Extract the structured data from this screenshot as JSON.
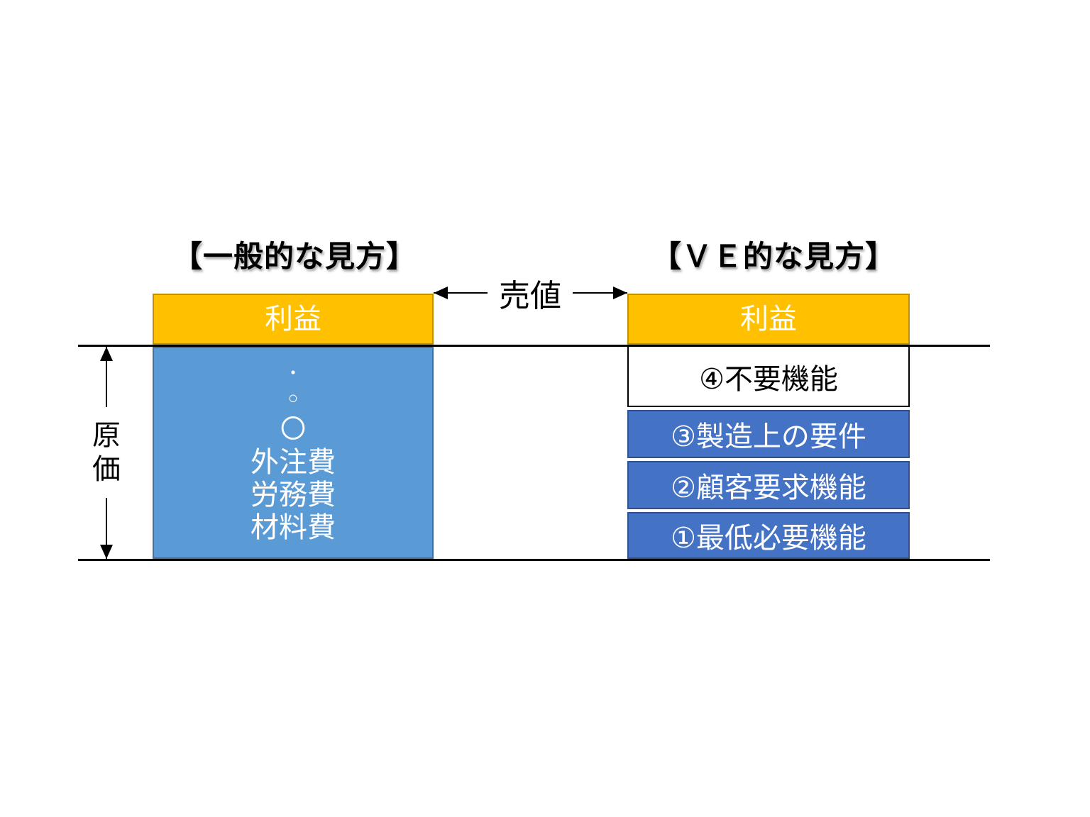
{
  "header": {
    "left_title": "【一般的な見方】",
    "right_title": "【ＶＥ的な見方】"
  },
  "annotations": {
    "selling_price": "売値",
    "cost": "原価"
  },
  "general_view": {
    "profit_label": "利益",
    "cost_box_items": [
      "・",
      "○",
      "〇",
      "外注費",
      "労務費",
      "材料費"
    ]
  },
  "ve_view": {
    "profit_label": "利益",
    "rows": [
      {
        "label": "④不要機能"
      },
      {
        "label": "③製造上の要件"
      },
      {
        "label": "②顧客要求機能"
      },
      {
        "label": "①最低必要機能"
      }
    ]
  },
  "colors": {
    "profit_fill": "#FFC000",
    "profit_border": "#BF9000",
    "general_cost_fill": "#5B9BD5",
    "general_cost_border": "#41719C",
    "ve_function_fill": "#4472C4",
    "ve_function_border": "#2F528F",
    "line": "#000000"
  }
}
